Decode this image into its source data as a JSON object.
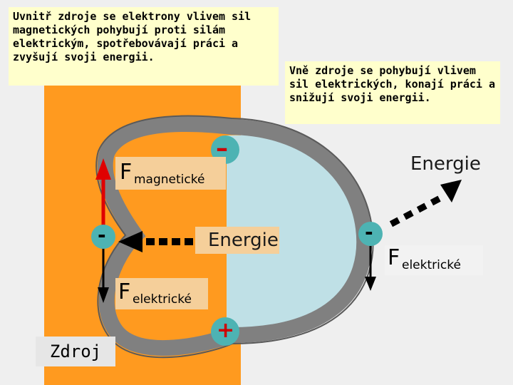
{
  "notes": {
    "inside": "Uvnitř zdroje se elektrony vlivem sil magnetických pohybují proti silám elektrickým, spotřebovávají práci a zvyšují svoji energii.",
    "outside": "Vně zdroje se pohybují vlivem sil elektrických, konají práci a snižují svoji energii."
  },
  "labels": {
    "f_magneticke_letter": "F",
    "f_magneticke_sub": "magnetické",
    "f_elektricke_letter": "F",
    "f_elektricke_sub": "elektrické",
    "f_elektricke_right_letter": "F",
    "f_elektricke_right_sub": "elektrické",
    "energie_left": "Energie",
    "energie_right": "Energie",
    "zdroj": "Zdroj",
    "minus_top": "–",
    "minus_left": "-",
    "minus_right": "-",
    "plus_bottom": "+"
  },
  "colors": {
    "source": "#ff9a1f",
    "field": "#bfe0e6",
    "ring": "#808080",
    "ring_dark": "#4d4d4d",
    "electron": "#4db3b3",
    "minus_sign": "#cc0000",
    "arrow_magnetic": "#e00000",
    "arrow_electric": "#000000"
  }
}
